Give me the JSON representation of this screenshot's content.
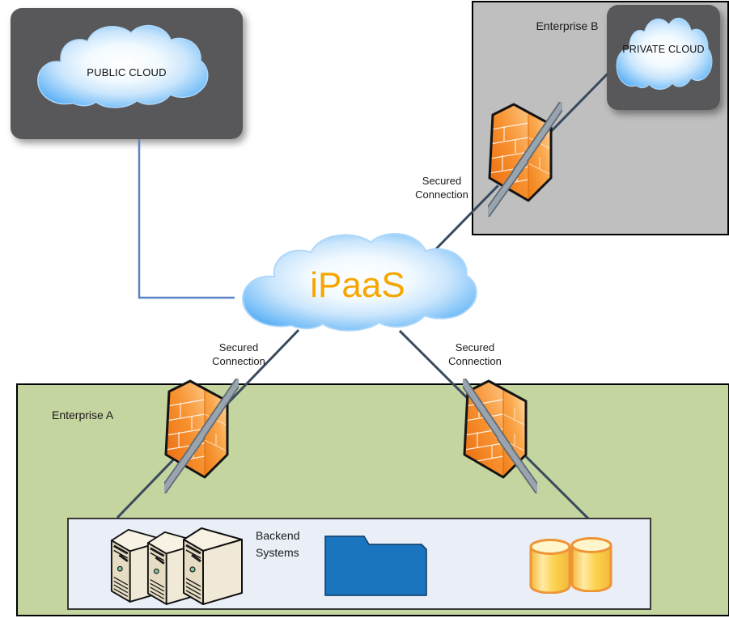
{
  "public_cloud": {
    "label": "PUBLIC CLOUD"
  },
  "enterprise_b": {
    "title": "Enterprise B",
    "private_cloud": {
      "label": "PRIVATE CLOUD"
    },
    "connection_label": {
      "line1": "Secured",
      "line2": "Connection"
    }
  },
  "ipaas_cloud": {
    "label": "iPaaS"
  },
  "enterprise_a": {
    "title": "Enterprise A",
    "connection_left_label": {
      "line1": "Secured",
      "line2": "Connection"
    },
    "connection_right_label": {
      "line1": "Secured",
      "line2": "Connection"
    },
    "backend": {
      "label_line1": "Backend",
      "label_line2": "Systems"
    }
  },
  "colors": {
    "ipaas_text": "#F7A600",
    "connection_line": "#3A4A5E",
    "public_link_line": "#5B84C6",
    "folder_blue": "#1B74BE",
    "enterprise_a_bg": "#C5D5A0",
    "enterprise_b_bg": "#BFBFBF",
    "cloud_box_bg": "#58585A",
    "firewall_orange": "#F07F1A",
    "database_yellow": "#FBCE4A",
    "server_beige": "#E8DFC5"
  }
}
